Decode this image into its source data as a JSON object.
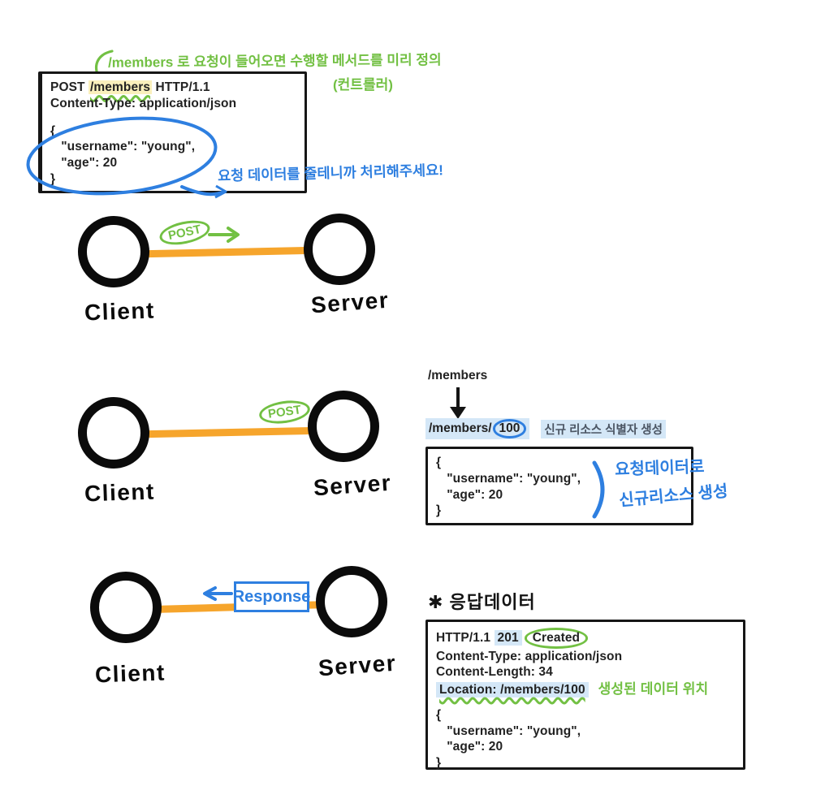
{
  "colors": {
    "green": "#72c043",
    "blue": "#2e7fe0",
    "orange": "#f6a52c",
    "black": "#0b0b0b",
    "yellow_highlight": "#faf0bc",
    "blue_highlight": "#d4e7f7",
    "note_gray": "#4b5563",
    "red_tick": "#e04a33"
  },
  "request_annotation": {
    "line1": "/members 로 요청이 들어오면 수행할 메서드를 미리 정의",
    "line2": "(컨트롤러)"
  },
  "request_box": {
    "method": "POST ",
    "path": "/members",
    "protocol": " HTTP/1.1",
    "content_type": "Content-Type: application/json",
    "body": [
      "{",
      "   \"username\": \"young\",",
      "   \"age\": 20",
      "}"
    ]
  },
  "request_note_blue": "요청 데이터를 줄테니까 처리해주세요!",
  "diagram1": {
    "client": "Client",
    "server": "Server",
    "method": "POST"
  },
  "diagram2": {
    "client": "Client",
    "server": "Server",
    "method": "POST"
  },
  "diagram3": {
    "client": "Client",
    "server": "Server",
    "response": "Response"
  },
  "resource_flow": {
    "source_path": "/members",
    "result_prefix": "/members/",
    "result_id": "100",
    "note": "신규 리소스 식별자 생성"
  },
  "created_resource_box": {
    "body": [
      "{",
      "   \"username\": \"young\",",
      "   \"age\": 20",
      "}"
    ],
    "note_line1": "요청데이터로",
    "note_line2": "신규리소스 생성"
  },
  "response_section": {
    "heading": "✱ 응답데이터",
    "status_prefix": "HTTP/1.1 ",
    "status_code": "201",
    "status_text": "Created",
    "content_type": "Content-Type: application/json",
    "content_length": "Content-Length: 34",
    "location_label": "Location: ",
    "location_value": "/members/100",
    "location_note": "생성된 데이터 위치",
    "body": [
      "{",
      "   \"username\": \"young\",",
      "   \"age\": 20",
      "}"
    ]
  }
}
